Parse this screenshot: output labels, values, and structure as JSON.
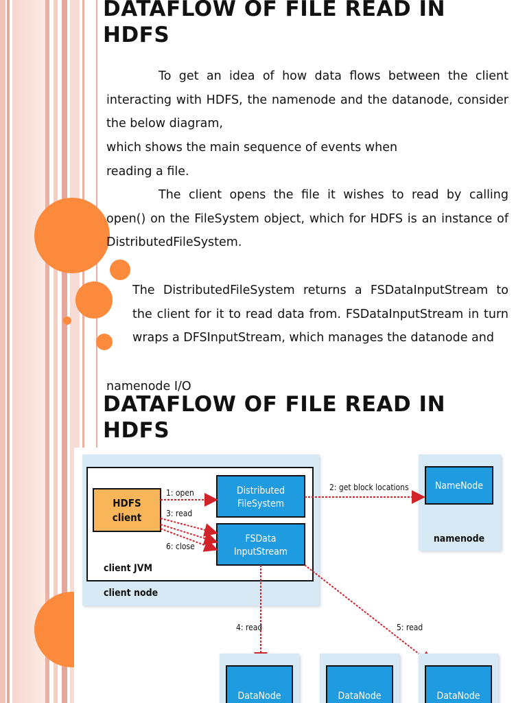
{
  "heading_top": "DATAFLOW OF FILE READ IN HDFS",
  "paragraph1": "To get an idea of how data flows between the client interacting with HDFS, the namenode and the datanode, consider the below diagram,",
  "line_sequence": " which shows the main sequence of events when",
  "line_reading": "reading a file.",
  "paragraph2": "The client opens the file it wishes to read by calling open() on the FileSystem object, which for HDFS  is  an instance  of  DistributedFileSystem.",
  "paragraph3": "The DistributedFileSystem returns a FSDataInputStream to the client for it to read data from. FSDataInputStream in turn wraps a DFSInputStream, which manages the datanode and",
  "line_namenode_io": "namenode I/O",
  "heading_bottom": "DATAFLOW OF FILE READ IN HDFS",
  "diagram": {
    "hdfs_client_line1": "HDFS",
    "hdfs_client_line2": "client",
    "dfs_line1": "Distributed",
    "dfs_line2": "FileSystem",
    "fsdata_line1": "FSData",
    "fsdata_line2": "InputStream",
    "client_jvm": "client JVM",
    "client_node": "client node",
    "namenode_box": "NameNode",
    "namenode_label": "namenode",
    "step1": "1: open",
    "step2": "2: get block locations",
    "step3": "3: read",
    "step4": "4: read",
    "step5": "5: read",
    "step6": "6: close",
    "datanode1": "DataNode",
    "datanode2": "DataNode",
    "datanode3": "DataNode"
  },
  "colors": {
    "accent_orange": "#fb8a3c",
    "box_blue": "#1f9be0",
    "client_orange": "#f9b55a",
    "node_bg": "#d6e9f5",
    "arrow_red": "#d1232a"
  }
}
